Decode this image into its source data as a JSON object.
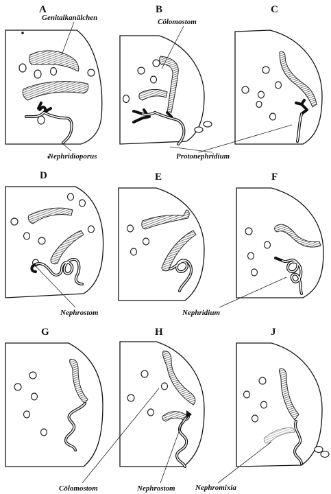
{
  "figure": {
    "panels": [
      {
        "id": "A",
        "label": "A"
      },
      {
        "id": "B",
        "label": "B"
      },
      {
        "id": "C",
        "label": "C"
      },
      {
        "id": "D",
        "label": "D"
      },
      {
        "id": "E",
        "label": "E"
      },
      {
        "id": "F",
        "label": "F"
      },
      {
        "id": "G",
        "label": "G"
      },
      {
        "id": "H",
        "label": "H"
      },
      {
        "id": "J",
        "label": "J"
      }
    ],
    "annotations": {
      "genitalkanalchen": "Genitalkanälchen",
      "colomostom_top": "Cölomostom",
      "nephridioporus": "Nephridioporus",
      "protonephridium": "Protonephridium",
      "nephrostom_mid": "Nephrostom",
      "nephridium": "Nephridium",
      "colomostom_bottom": "Cölomostom",
      "nephrostom_bottom": "Nephrostom",
      "nephromixia": "Nephromixia"
    },
    "colors": {
      "ink": "#111111",
      "background": "#ffffff",
      "hatch": "#555555"
    }
  }
}
